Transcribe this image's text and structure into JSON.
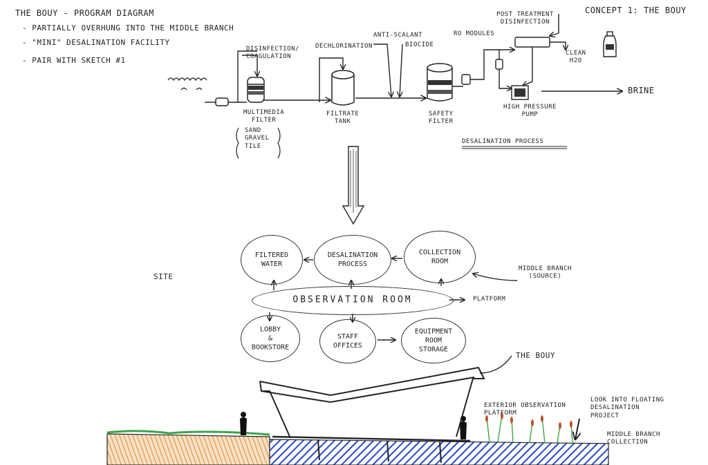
{
  "header": {
    "title": "THE BOUY - PROGRAM DIAGRAM",
    "notes": [
      "- PARTIALLY OVERHUNG INTO THE MIDDLE BRANCH",
      "- \"MINI\" DESALINATION FACILITY",
      "- PAIR WITH SKETCH #1"
    ],
    "concept": "CONCEPT 1: THE BOUY"
  },
  "process": {
    "disinfection": "DISINFECTION/\nCOAGULATION",
    "multimedia": "MULTIMEDIA\nFILTER",
    "filter_media": "SAND\nGRAVEL\nTILE",
    "dechlorination": "DECHLORINATION",
    "filtrate_tank": "FILTRATE\nTANK",
    "anti_scalant": "ANTI-SCALANT",
    "biocide": "BIOCIDE",
    "safety_filter": "SAFETY\nFILTER",
    "ro_modules": "RO MODULES",
    "post_treatment": "POST TREATMENT\nDISINFECTION",
    "clean": "CLEAN\nH2O",
    "brine": "BRINE",
    "pump": "HIGH PRESSURE\nPUMP",
    "caption": "DESALINATION PROCESS"
  },
  "program": {
    "site": "SITE",
    "filtered_water": "FILTERED\nWATER",
    "desalination": "DESALINATION\nPROCESS",
    "collection": "COLLECTION\nROOM",
    "observation": "OBSERVATION ROOM",
    "lobby": "LOBBY\n&\nBOOKSTORE",
    "staff": "STAFF\nOFFICES",
    "equipment": "EQUIPMENT\nROOM\nSTORAGE",
    "platform": "PLATFORM",
    "middle_branch": "MIDDLE BRANCH\n(SOURCE)"
  },
  "section": {
    "bouy": "THE BOUY",
    "ext_platform": "EXTERIOR OBSERVATION\nPLATFORM",
    "floating": "LOOK INTO FLOATING\nDESALINATION\nPROJECT",
    "middle_coll": "MIDDLE BRANCH\nCOLLECTION"
  }
}
